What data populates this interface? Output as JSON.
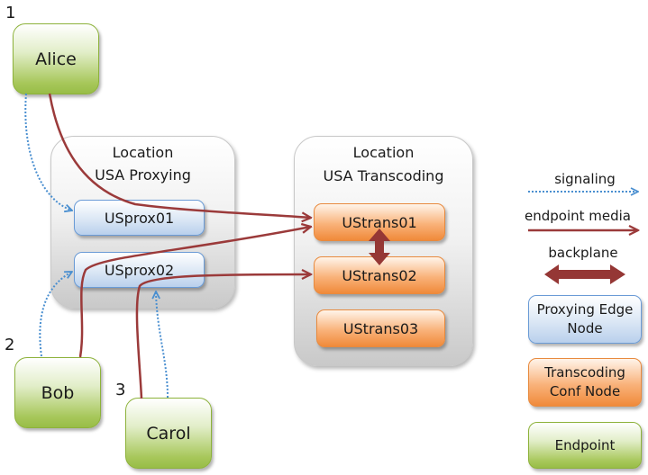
{
  "step_numbers": [
    "1",
    "2",
    "3"
  ],
  "endpoints": {
    "alice": "Alice",
    "bob": "Bob",
    "carol": "Carol"
  },
  "locations": {
    "proxying": {
      "title_line1": "Location",
      "title_line2": "USA Proxying",
      "nodes": [
        "USprox01",
        "USprox02"
      ]
    },
    "transcoding": {
      "title_line1": "Location",
      "title_line2": "USA Transcoding",
      "nodes": [
        "UStrans01",
        "UStrans02",
        "UStrans03"
      ]
    }
  },
  "legend": {
    "signaling": "signaling",
    "endpoint_media": "endpoint media",
    "backplane": "backplane",
    "proxying_node_line1": "Proxying Edge",
    "proxying_node_line2": "Node",
    "transcoding_node_line1": "Transcoding",
    "transcoding_node_line2": "Conf Node",
    "endpoint": "Endpoint"
  },
  "colors": {
    "signaling": "#4a8fd0",
    "media": "#9b3a3a",
    "backplane": "#953735"
  }
}
